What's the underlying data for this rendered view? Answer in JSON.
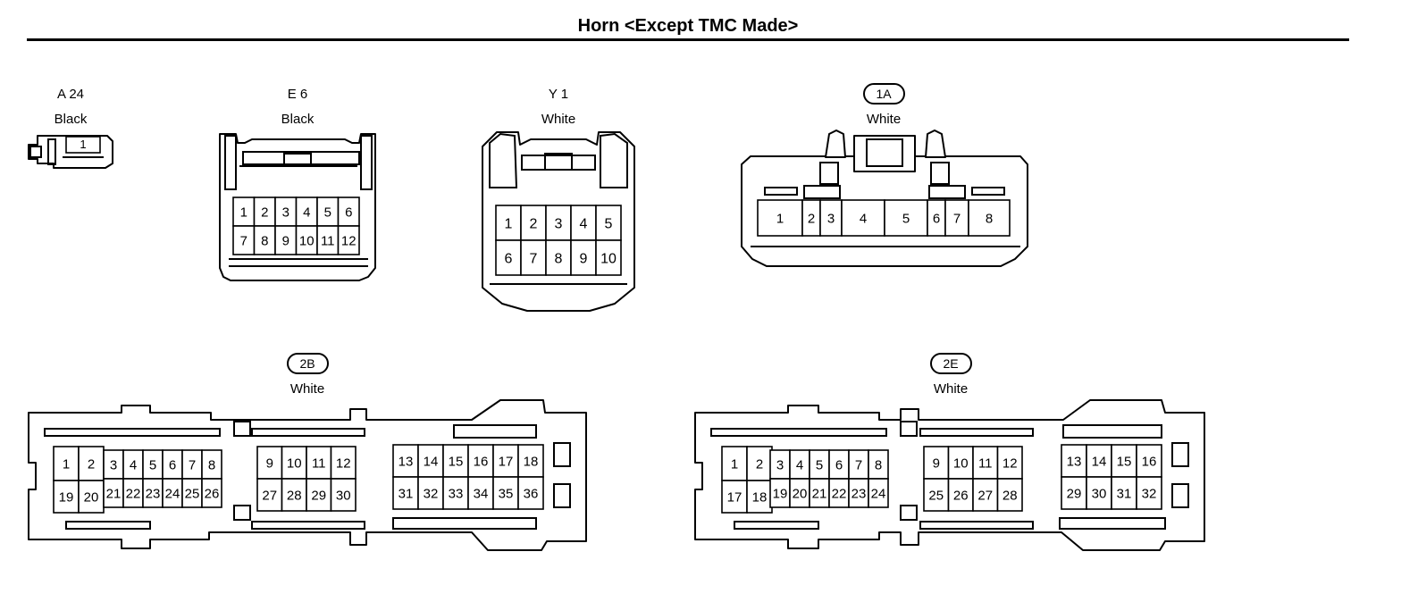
{
  "title": "Horn <Except TMC Made>",
  "connectors": [
    {
      "code": "A 24",
      "color": "Black",
      "boxed": false,
      "pins": [
        "1"
      ]
    },
    {
      "code": "E 6",
      "color": "Black",
      "boxed": false,
      "pins": [
        "1",
        "2",
        "3",
        "4",
        "5",
        "6",
        "7",
        "8",
        "9",
        "10",
        "11",
        "12"
      ]
    },
    {
      "code": "Y 1",
      "color": "White",
      "boxed": false,
      "pins": [
        "1",
        "2",
        "3",
        "4",
        "5",
        "6",
        "7",
        "8",
        "9",
        "10"
      ]
    },
    {
      "code": "1A",
      "color": "White",
      "boxed": true,
      "pins": [
        "1",
        "2",
        "3",
        "4",
        "5",
        "6",
        "7",
        "8"
      ]
    },
    {
      "code": "2B",
      "color": "White",
      "boxed": true,
      "pins": [
        "1",
        "2",
        "3",
        "4",
        "5",
        "6",
        "7",
        "8",
        "9",
        "10",
        "11",
        "12",
        "13",
        "14",
        "15",
        "16",
        "17",
        "18",
        "19",
        "20",
        "21",
        "22",
        "23",
        "24",
        "25",
        "26",
        "27",
        "28",
        "29",
        "30",
        "31",
        "32",
        "33",
        "34",
        "35",
        "36"
      ]
    },
    {
      "code": "2E",
      "color": "White",
      "boxed": true,
      "pins": [
        "1",
        "2",
        "3",
        "4",
        "5",
        "6",
        "7",
        "8",
        "9",
        "10",
        "11",
        "12",
        "13",
        "14",
        "15",
        "16",
        "17",
        "18",
        "19",
        "20",
        "21",
        "22",
        "23",
        "24",
        "25",
        "26",
        "27",
        "28",
        "29",
        "30",
        "31",
        "32"
      ]
    }
  ]
}
